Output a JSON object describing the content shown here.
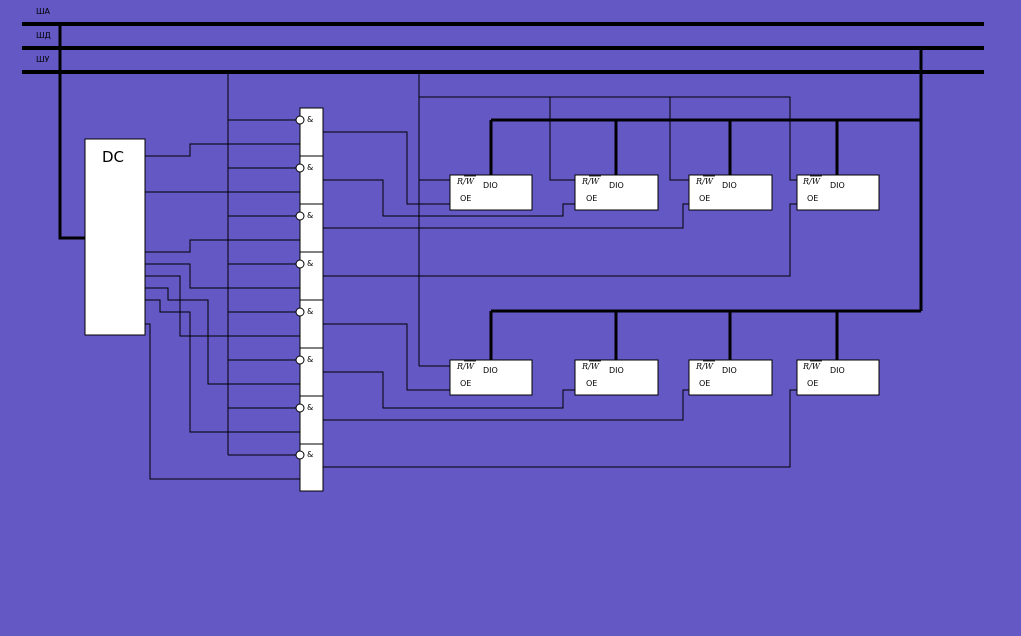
{
  "colors": {
    "background": "#6459c4",
    "line": "#000000",
    "block_fill": "#ffffff"
  },
  "bus_labels": [
    "ША",
    "ШД",
    "ШУ"
  ],
  "decoder_label": "DC",
  "gate_symbol": "&",
  "chip": {
    "rw": "R/W",
    "dio": "DIO",
    "oe": "OE"
  }
}
